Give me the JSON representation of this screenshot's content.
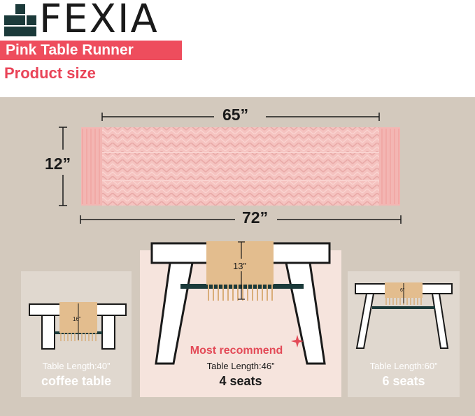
{
  "header": {
    "brand": "FEXIA",
    "title": "Pink Table Runner",
    "subtitle": "Product size"
  },
  "runner": {
    "width_label": "65”",
    "height_label": "12”",
    "total_label": "72”",
    "color": "#f5c3c0"
  },
  "options": [
    {
      "drop_label": "16”",
      "length_label": "Table Length:40”",
      "type_label": "coffee table",
      "recommended": false
    },
    {
      "badge": "Most recommend",
      "drop_label": "13”",
      "length_label": "Table Length:46”",
      "type_label": "4 seats",
      "recommended": true
    },
    {
      "drop_label": "6”",
      "length_label": "Table Length:60”",
      "type_label": "6 seats",
      "recommended": false
    }
  ],
  "colors": {
    "accent": "#ee4d5d",
    "panel": "#d3c9bd",
    "runner_tan": "#e3bd8e",
    "table_frame": "#1a1a1a"
  }
}
